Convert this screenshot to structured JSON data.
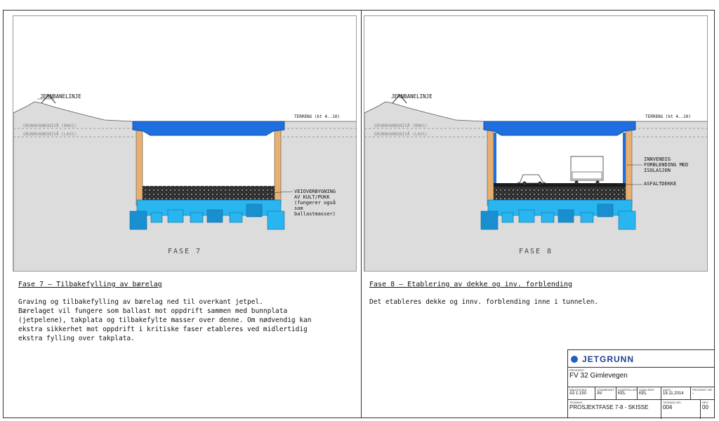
{
  "left": {
    "labels": {
      "railway": "JERNBANELINJE",
      "terrain": "TERRENG (kt 4..10)",
      "gw_max": "GRUNNVANNSNIVÅ (MAKS)",
      "gw_low": "GRUNNVANNSNIVÅ (LAVS)",
      "road_line1": "VEIOVERBYGNING",
      "road_line2": "AV KULT/PUKK",
      "road_line3": "(fungerer også",
      "road_line4": "som",
      "road_line5": "ballastmasser)"
    },
    "phase_label": "FASE 7",
    "caption_title": "Fase 7 – Tilbakefylling av bærelag",
    "caption_body": "Graving og tilbakefylling av bærelag ned til overkant jetpel.\nBærelaget vil fungere som ballast mot oppdrift sammen med bunnplata\n(jetpelene), takplata og tilbakefylte masser over denne. Om nødvendig kan\nekstra sikkerhet mot oppdrift i kritiske faser etableres ved midlertidig\nekstra fylling over takplata."
  },
  "right": {
    "labels": {
      "railway": "JERNBANELINJE",
      "terrain": "TERRENG (kt 4..10)",
      "gw_max": "GRUNNVANNSNIVÅ (MAKS)",
      "gw_low": "GRUNNVANNSNIVÅ (LAVS)",
      "inner_line1": "INNVENDIG",
      "inner_line2": "FORBLENDING MED",
      "inner_line3": "ISOLASJON",
      "asphalt": "ASFALTDEKKE"
    },
    "phase_label": "FASE 8",
    "caption_title": "Fase 8 – Etablering av dekke og inv. forblending",
    "caption_body": "Det etableres dekke og innv. forblending inne i tunnelen."
  },
  "title_block": {
    "brand": "JETGRUNN",
    "project_label": "PROSJEKT:",
    "project": "FV 32 Gimlevegen",
    "scale_label": "MÅLESTOKK:",
    "scale": "A3 1:150",
    "drawn_label": "UTARBEIDET:",
    "drawn": "AV",
    "checked_label": "KONTROLLERT:",
    "checked": "KEL",
    "approved_label": "GODKJENT:",
    "approved": "KEL",
    "date_label": "DATO:",
    "date": "18.11.2014",
    "projno_label": "PROSJEKT NR:",
    "projno": "-",
    "drawing_title_label": "TEGNING:",
    "drawing_title": "PROSJEKTFASE 7-8 - SKISSE",
    "drawing_no_label": "TEGNING NR.:",
    "drawing_no": "004",
    "rev_label": "REV:",
    "rev": "00"
  },
  "colors": {
    "roof": "#1e6fe0",
    "wall": "#e8b070",
    "piles": "#29b6f0",
    "piles_dark": "#1a8fd0",
    "ground": "#dcdcdc",
    "gravel": "#2b2b2b"
  }
}
